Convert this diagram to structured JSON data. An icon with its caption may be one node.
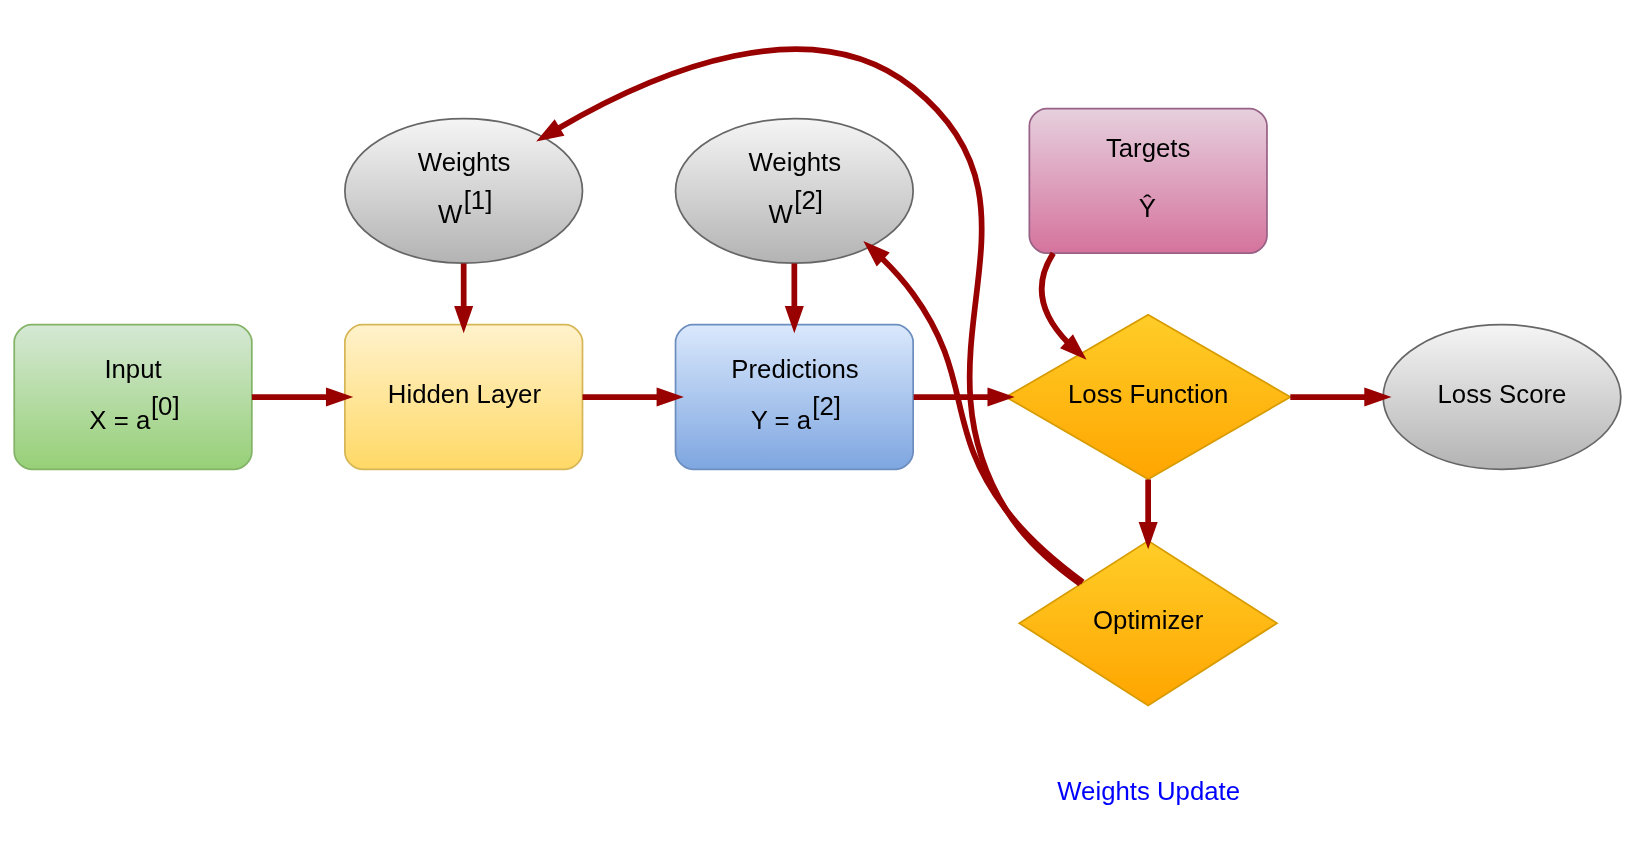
{
  "diagram": {
    "nodes": [
      {
        "text": [
          "Input",
          "X = a$^{[0]}$"
        ]
      },
      {
        "text": [
          "Hidden Layer"
        ]
      },
      {
        "text": [
          "Predictions",
          "Y = a$^{[2]}$"
        ]
      },
      {
        "text": [
          "Targets",
          "Ŷ"
        ]
      },
      {
        "text": [
          "Loss Function"
        ]
      },
      {
        "text": [
          "Loss Score"
        ]
      },
      {
        "text": [
          "Weights",
          "W$^{[1]}$"
        ]
      },
      {
        "text": [
          "Weights",
          "W$^{[2]}$"
        ]
      },
      {
        "text": [
          "Optimizer"
        ]
      }
    ],
    "edges": [
      {
        "from": 0,
        "to": 1,
        "arrow": "to"
      },
      {
        "from": 1,
        "to": 2,
        "arrow": "to"
      },
      {
        "from": 2,
        "to": 4,
        "arrow": "to"
      },
      {
        "from": 3,
        "to": 4,
        "arrow": "to"
      },
      {
        "from": 4,
        "to": 5,
        "arrow": "to"
      },
      {
        "from": 4,
        "to": 8,
        "arrow": "to"
      },
      {
        "from": 6,
        "to": 1,
        "arrow": "to"
      },
      {
        "from": 7,
        "to": 2,
        "arrow": "to"
      },
      {
        "from": 8,
        "to": 7,
        "arrow": "to"
      },
      {
        "from": 8,
        "to": 6,
        "arrow": "to"
      }
    ],
    "labels": [
      "Weights Update"
    ]
  }
}
